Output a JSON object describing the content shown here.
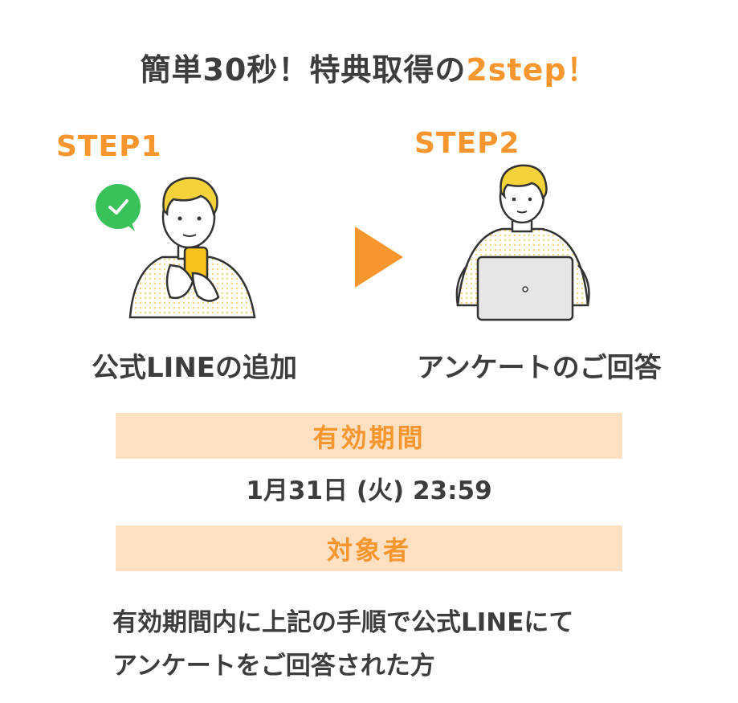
{
  "header": {
    "title_main": "簡単30秒！特典取得の",
    "title_accent": "2step！"
  },
  "steps": [
    {
      "label": "STEP1",
      "caption": "公式LINEの追加",
      "icon": "person-with-phone-icon"
    },
    {
      "label": "STEP2",
      "caption": "アンケートのご回答",
      "icon": "person-with-laptop-icon"
    }
  ],
  "period": {
    "heading": "有効期間",
    "value": "1月31日 (火) 23:59"
  },
  "target": {
    "heading": "対象者",
    "lines": [
      "有効期間内に上記の手順で公式LINEにて",
      "アンケートをご回答された方"
    ]
  },
  "colors": {
    "accent": "#f7962f",
    "band": "#ffe0c2",
    "text": "#3d3d3d",
    "line_green": "#3ac25a",
    "phone": "#f7c21e",
    "hair": "#f5d13a"
  }
}
